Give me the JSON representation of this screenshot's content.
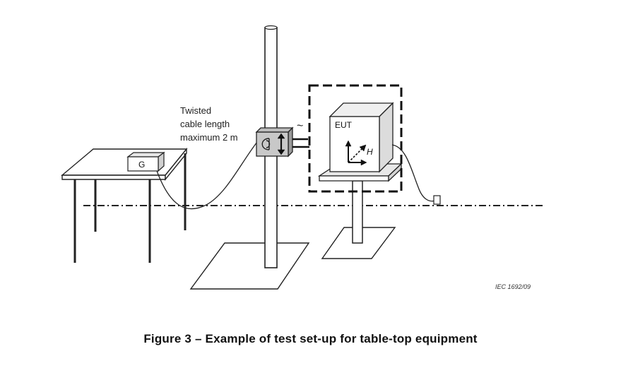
{
  "figure": {
    "cable_label": {
      "line1": "Twisted",
      "line2": "cable length",
      "line3": "maximum 2 m"
    },
    "generator_label": "G",
    "eut_label": "EUT",
    "field_label": "H",
    "ac_symbol": "~",
    "reference": "IEC   1692/09",
    "caption": "Figure 3 – Example of test set-up for table-top equipment"
  }
}
